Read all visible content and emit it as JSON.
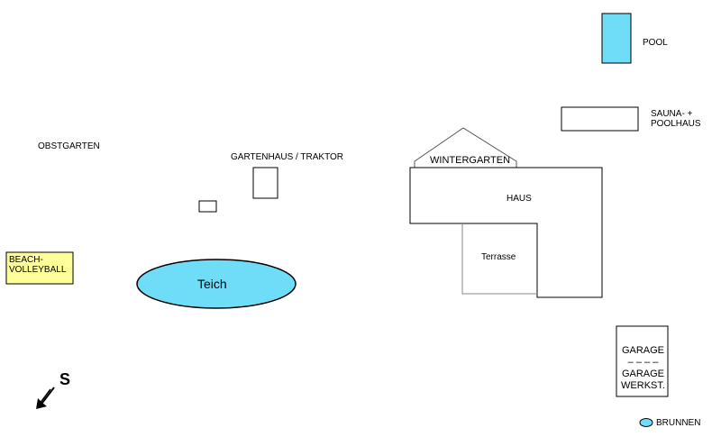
{
  "colors": {
    "water": "#6fdcf8",
    "beach": "#ffff99",
    "stroke": "#000000",
    "terrace_line": "#888888",
    "roof_line": "#555555"
  },
  "labels": {
    "obstgarten": "OBSTGARTEN",
    "gartenhaus": "GARTENHAUS / TRAKTOR",
    "wintergarten": "WINTERGARTEN",
    "haus": "HAUS",
    "terrasse": "Terrasse",
    "teich": "Teich",
    "beach_line1": "BEACH-",
    "beach_line2": "VOLLEYBALL",
    "pool": "POOL",
    "sauna_line1": "SAUNA- +",
    "sauna_line2": "POOLHAUS",
    "garage": "GARAGE",
    "garage_sep": "– – – –",
    "garage_werk_line1": "GARAGE",
    "garage_werk_line2": "WERKST.",
    "brunnen": "BRUNNEN",
    "south": "S"
  },
  "icons": {
    "south_arrow": "arrow-southwest-icon",
    "well": "well-icon"
  }
}
